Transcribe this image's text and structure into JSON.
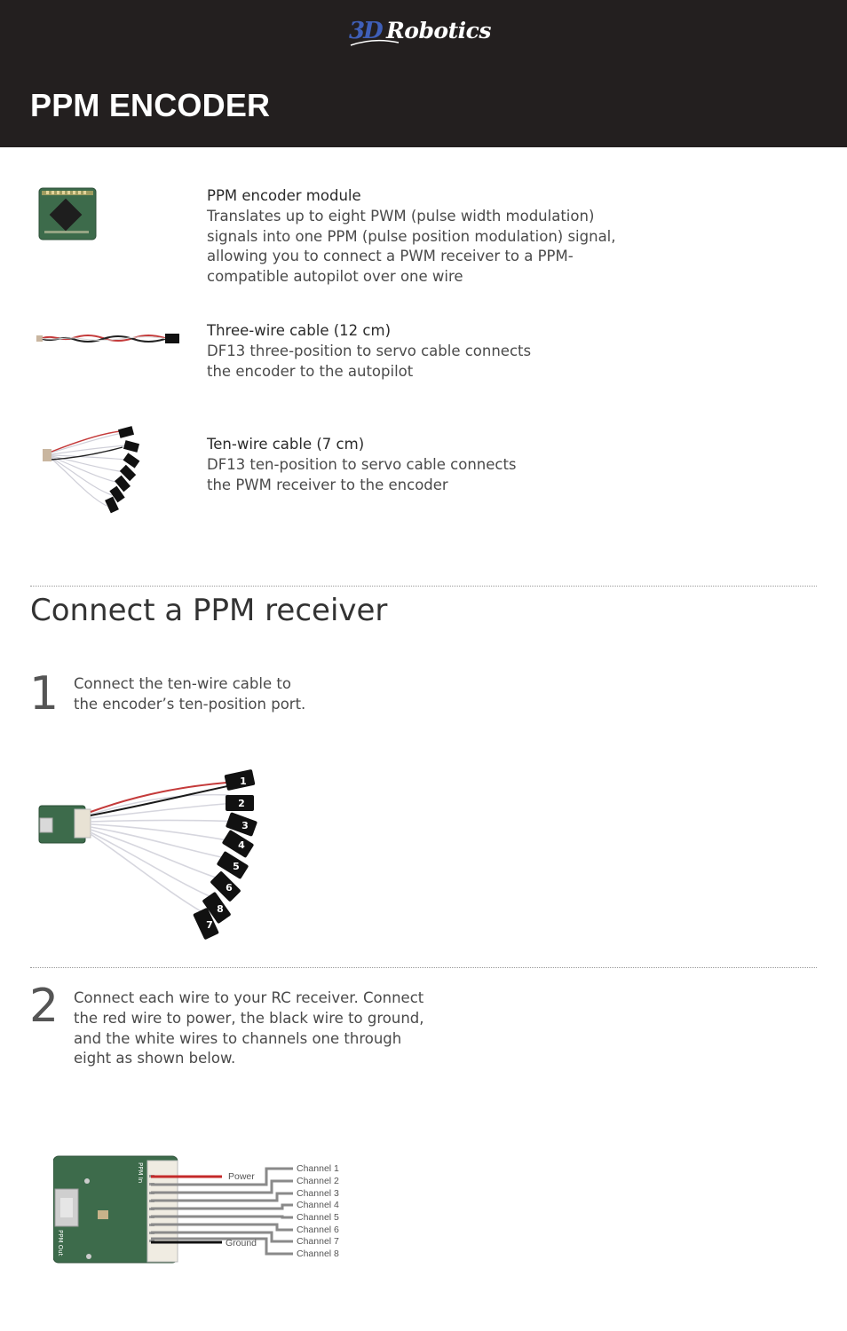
{
  "header": {
    "logo_prefix": "3D",
    "logo_word": "Robotics",
    "title": "PPM ENCODER"
  },
  "components": [
    {
      "title": "PPM encoder module",
      "description": [
        "Translates up to eight PWM (pulse width modulation)",
        "signals into one PPM (pulse position modulation) signal,",
        "allowing you to connect a PWM receiver to a PPM-",
        "compatible autopilot over one wire"
      ]
    },
    {
      "title": "Three-wire cable (12 cm)",
      "description": [
        "DF13 three-position to servo cable connects",
        "the encoder to the autopilot"
      ]
    },
    {
      "title": "Ten-wire cable (7 cm)",
      "description": [
        "DF13 ten-position to servo cable connects",
        "the PWM receiver to the encoder"
      ]
    }
  ],
  "section": {
    "title": "Connect a PPM receiver"
  },
  "steps": [
    {
      "number": "1",
      "text": [
        "Connect the ten-wire cable to",
        "the encoder’s ten-position port."
      ]
    },
    {
      "number": "2",
      "text": [
        "Connect each wire to your RC receiver. Connect",
        "the red wire to power, the black wire to ground,",
        "and the white wires to channels one through",
        "eight as shown below."
      ]
    }
  ],
  "connectors": [
    "1",
    "2",
    "3",
    "4",
    "5",
    "6",
    "8",
    "7"
  ],
  "wiring": {
    "power_label": "Power",
    "ground_label": "Ground",
    "channels": [
      "Channel 1",
      "Channel 2",
      "Channel 3",
      "Channel 4",
      "Channel 5",
      "Channel 6",
      "Channel 7",
      "Channel 8"
    ],
    "board_labels": [
      "PPM In",
      "PPM Out"
    ],
    "colors": {
      "power": "#c42a2a",
      "ground": "#111111",
      "signal": "#8a8a8a"
    }
  }
}
